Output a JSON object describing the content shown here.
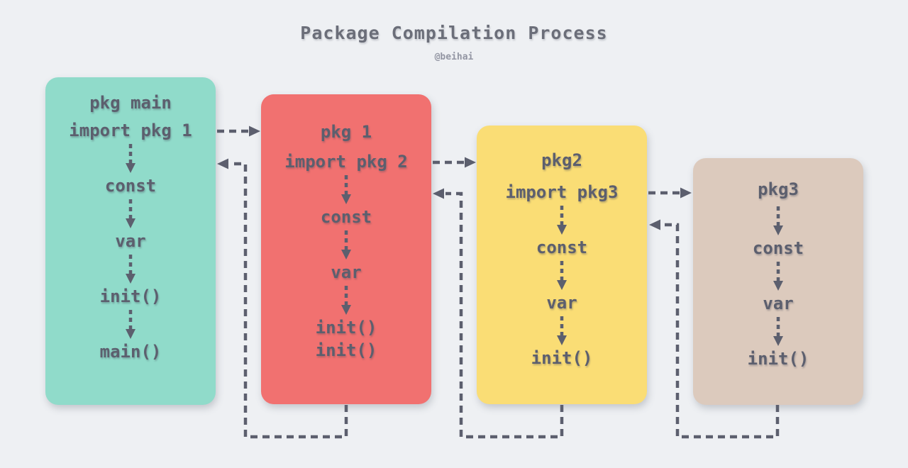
{
  "title": "Package Compilation Process",
  "subtitle": "@beihai",
  "theme": {
    "background": "#eef0f3",
    "teal": "#90dbca",
    "red": "#f17170",
    "yellow": "#fadd75",
    "tan": "#dccabd",
    "ink": "#5c5f6e",
    "title-color": "#6b6e79",
    "subtitle-color": "#9396a3"
  },
  "boxes": [
    {
      "id": "pkg-main",
      "color": "#90dbca",
      "title": "pkg main",
      "import_line": "import pkg 1",
      "steps": [
        "const",
        "var",
        "init()",
        "main()"
      ]
    },
    {
      "id": "pkg-1",
      "color": "#f17170",
      "title": "pkg 1",
      "import_line": "import pkg 2",
      "steps": [
        "const",
        "var",
        "init()",
        "init()"
      ]
    },
    {
      "id": "pkg-2",
      "color": "#fadd75",
      "title": "pkg2",
      "import_line": "import pkg3",
      "steps": [
        "const",
        "var",
        "init()"
      ]
    },
    {
      "id": "pkg-3",
      "color": "#dccabd",
      "title": "pkg3",
      "import_line": "",
      "steps": [
        "const",
        "var",
        "init()"
      ]
    }
  ],
  "connections": [
    {
      "from": "pkg main",
      "to": "pkg 1",
      "type": "import",
      "style": "dashed-arrow-right"
    },
    {
      "from": "pkg 1",
      "to": "pkg main",
      "type": "return-after-init",
      "style": "dashed-arrow-loop"
    },
    {
      "from": "pkg 1",
      "to": "pkg2",
      "type": "import",
      "style": "dashed-arrow-right"
    },
    {
      "from": "pkg2",
      "to": "pkg 1",
      "type": "return-after-init",
      "style": "dashed-arrow-loop"
    },
    {
      "from": "pkg2",
      "to": "pkg3",
      "type": "import",
      "style": "dashed-arrow-right"
    },
    {
      "from": "pkg3",
      "to": "pkg2",
      "type": "return-after-init",
      "style": "dashed-arrow-loop"
    }
  ]
}
